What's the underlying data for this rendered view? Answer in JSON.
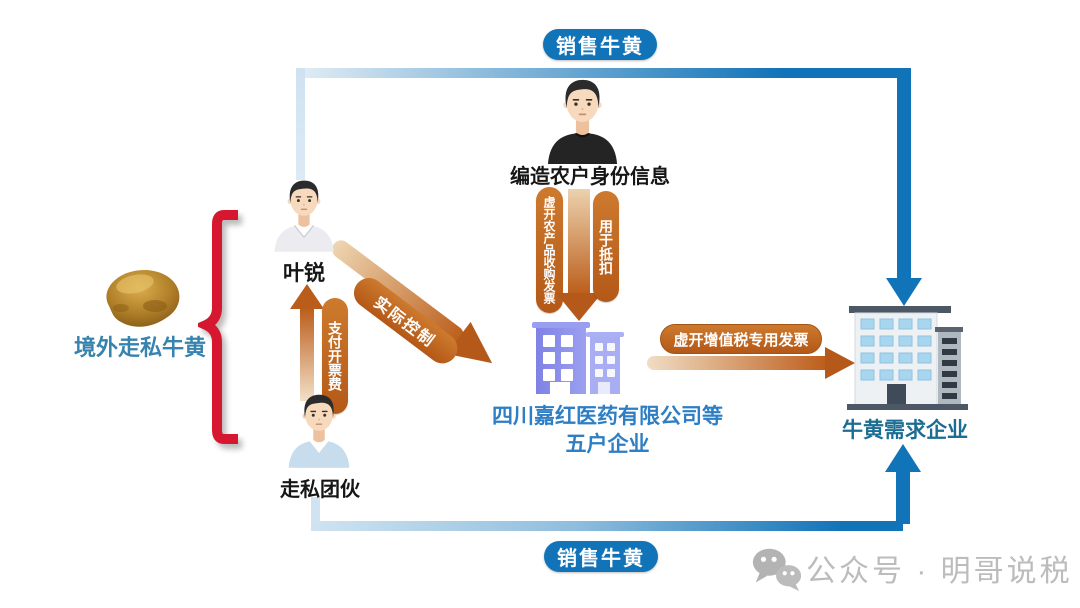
{
  "diagram": {
    "badge_top": "销售牛黄",
    "badge_bottom": "销售牛黄",
    "fabricator_label": "编造农户身份信息",
    "ye_rui_label": "叶锐",
    "smuggler_label": "走私团伙",
    "smuggled_goods_label": "境外走私牛黄",
    "company_label_line1": "四川嘉红医药有限公司等",
    "company_label_line2": "五户企业",
    "buyer_label": "牛黄需求企业",
    "flow_fake_purchase_invoice": "虚开农产品收购发票",
    "flow_for_deduction": "用于抵扣",
    "flow_actual_control": "实际控制",
    "flow_pay_invoice_fee": "支付开票费",
    "flow_fake_vat_invoice": "虚开增值税专用发票",
    "watermark_text": "公众号 · 明哥说税",
    "colors": {
      "blue": "#1173b8",
      "blue_light": "#cfe3f1",
      "orange": "#b5591a",
      "orange_light": "#eed6b2",
      "brace_red": "#d5172f",
      "smuggled_label_color": "#3583ae",
      "company_label_color": "#2d7ec4",
      "buyer_label_color": "#1b6d93",
      "watermark_gray": "#bcbcbc",
      "building_center_purple": "#8487e6",
      "building_right_gray": "#eef1f3"
    }
  }
}
